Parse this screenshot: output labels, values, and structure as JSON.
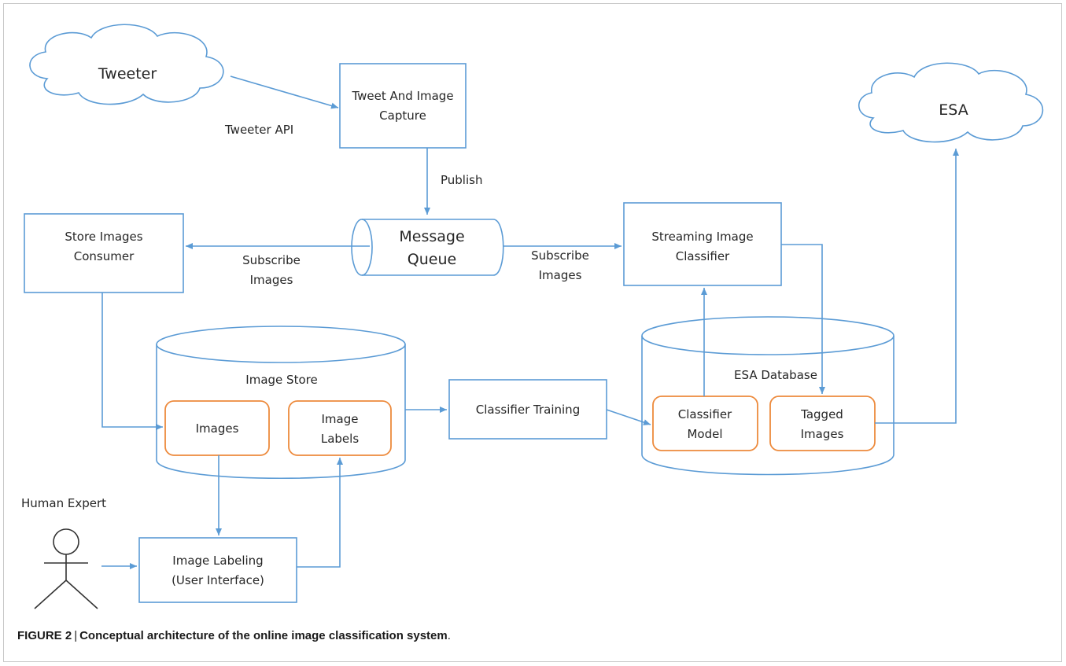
{
  "nodes": {
    "tweeter": "Tweeter",
    "esa_cloud": "ESA",
    "capture_line1": "Tweet And Image",
    "capture_line2": "Capture",
    "queue_line1": "Message",
    "queue_line2": "Queue",
    "store_consumer_line1": "Store Images",
    "store_consumer_line2": "Consumer",
    "streaming_line1": "Streaming Image",
    "streaming_line2": "Classifier",
    "image_store": "Image Store",
    "images": "Images",
    "image_labels_line1": "Image",
    "image_labels_line2": "Labels",
    "classifier_training": "Classifier Training",
    "esa_database": "ESA Database",
    "classifier_model_line1": "Classifier",
    "classifier_model_line2": "Model",
    "tagged_images_line1": "Tagged",
    "tagged_images_line2": "Images",
    "labeling_line1": "Image Labeling",
    "labeling_line2": "(User Interface)",
    "human_expert": "Human Expert"
  },
  "edges": {
    "tweeter_api": "Tweeter API",
    "publish": "Publish",
    "subscribe_left_line1": "Subscribe",
    "subscribe_left_line2": "Images",
    "subscribe_right_line1": "Subscribe",
    "subscribe_right_line2": "Images"
  },
  "caption": {
    "lead": "FIGURE 2",
    "separator": "|",
    "title": "Conceptual architecture of the online image classification system",
    "tail": "."
  },
  "colors": {
    "line": "#5b9bd5",
    "highlight_box": "#ed8a3c",
    "text": "#262626"
  }
}
